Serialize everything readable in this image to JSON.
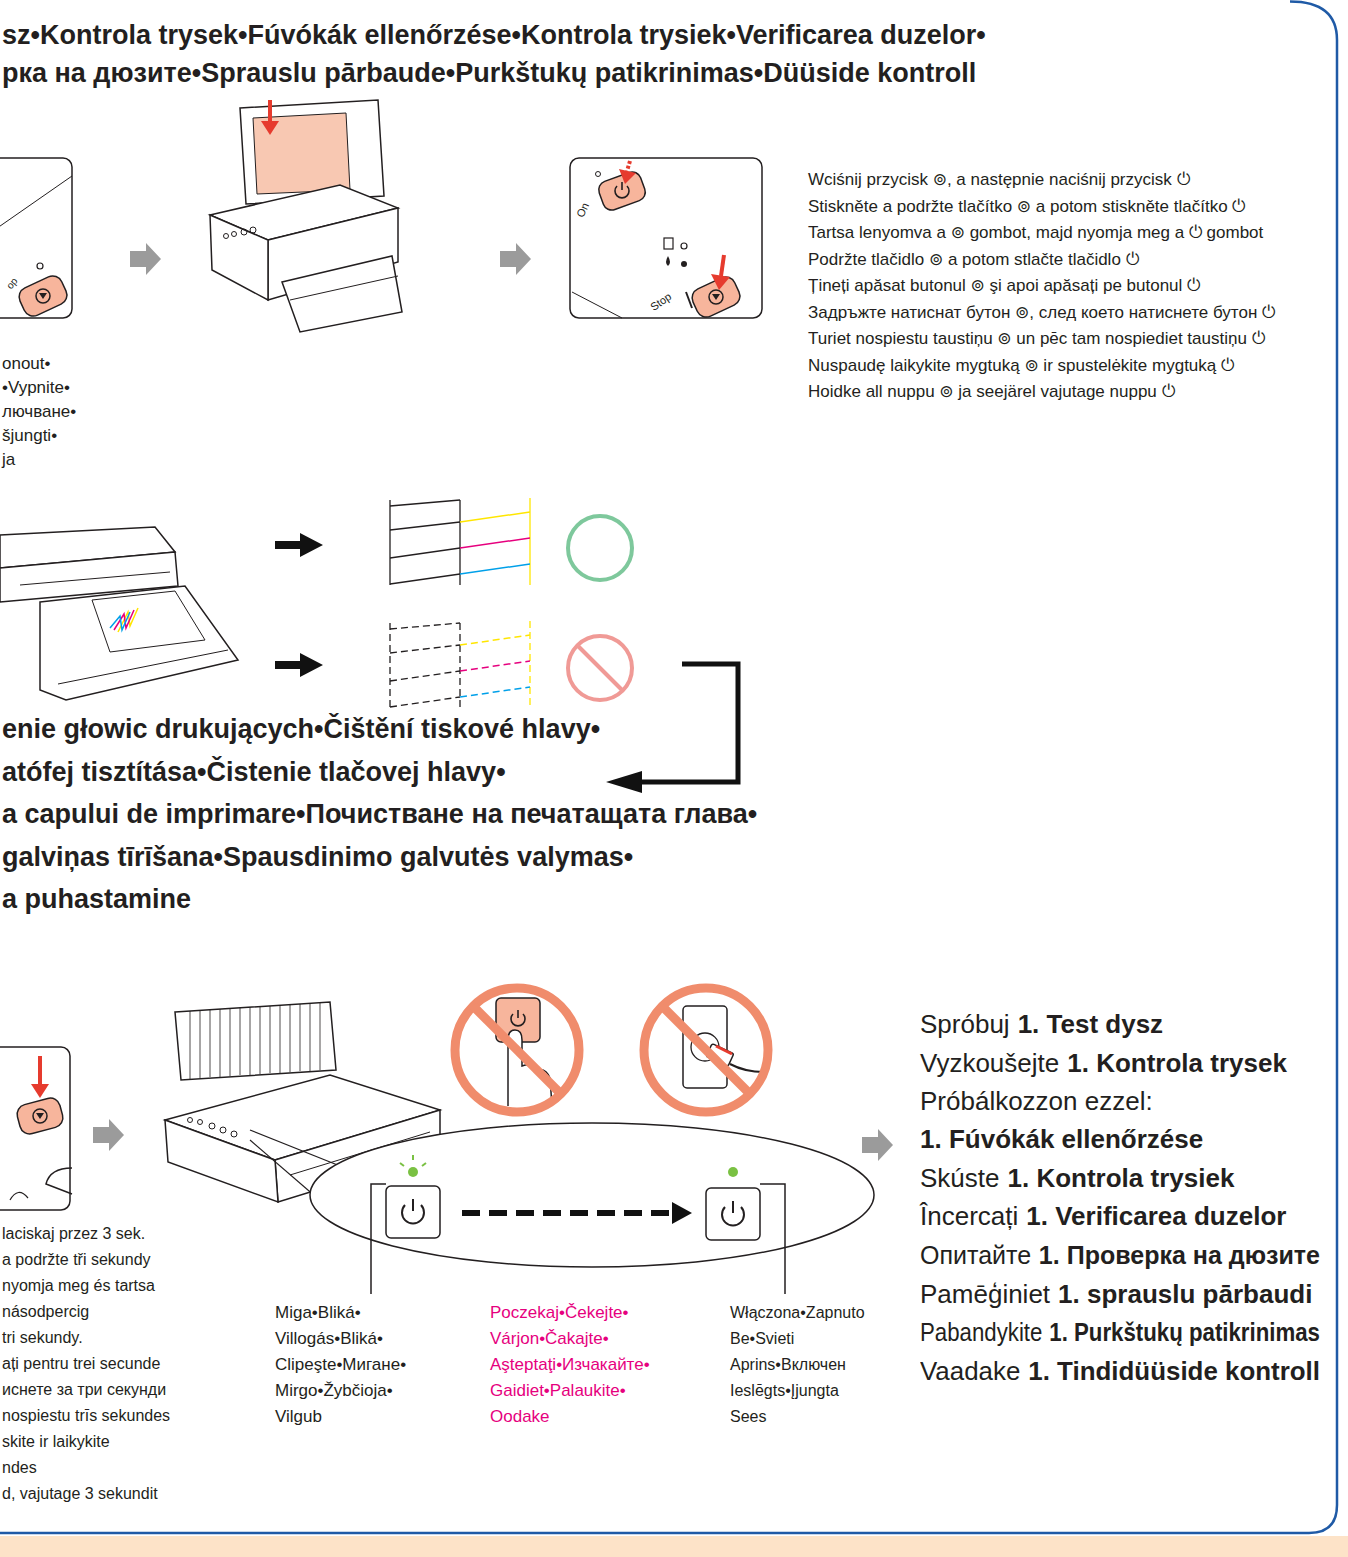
{
  "diagram": {
    "labels": [
      "sz•Kontrola trysek•Fúvókák ellenőrzése•Kontrola trysiek•Verificarea duzelor•",
      "рка на дюзите•Sprauslu pārbaude•Purkštukų patikrinimas•Düüside kontroll",
      "op",
      "On",
      "Stop",
      "Wciśnij przycisk ⊚, a następnie naciśnij przycisk ⏻",
      "Stiskněte a podržte tlačítko ⊚ a potom stiskněte tlačítko ⏻",
      "Tartsa lenyomva a ⊚ gombot, majd nyomja meg a ⏻ gombot",
      "Podržte tlačidlo ⊚ a potom stlačte tlačidlo ⏻",
      "Țineți apăsat butonul ⊚ şi apoi apăsați pe butonul ⏻",
      "Задръжте натиснат бутон ⊚, след което натиснете бутон ⏻",
      "Turiet nospiestu taustiņu ⊚ un pēc tam nospiediet taustiņu ⏻",
      "Nuspaudę laikykite mygtuką ⊚ ir spustelėkite mygtuką ⏻",
      "Hoidke all nuppu ⊚ ja seejärel vajutage nuppu ⏻",
      "onout•",
      "•Vypnite•",
      "лючване•",
      "šjungti•",
      "ja",
      "enie głowic drukujących•Čištění tiskové hlavy•",
      "atófej tisztítása•Čistenie tlačovej hlavy•",
      "a capului de imprimare•Почистване на печатащата глава•",
      "galviņas tīrīšana•Spausdinimo galvutės valymas•",
      "a puhastamine",
      "laciskaj przez 3 sek.",
      "a podržte tři sekundy",
      "nyomja meg és tartsa",
      "násodpercig",
      "tri sekundy.",
      "ați pentru trei secunde",
      "иснете за три секунди",
      "nospiestu trīs sekundes",
      "skite ir laikykite",
      "ndes",
      "d, vajutage 3 sekundit",
      "Miga•Bliká• Villogás•Bliká• Clipeşte•Мигане• Mirgo•Žybčioja• Vilgub",
      "Poczekaj•Čekejte• Várjon•Čakajte• Aşteptaţi•Изчакайте• Gaidiet•Palaukite• Oodake",
      "Włączona•Zapnuto Be•Svieti Aprins•Включен Ieslēgts•Įjungta Sees",
      "Spróbuj",
      "1. Test dysz",
      "Vyzkoušejte",
      "1. Kontrola trysek",
      "Próbálkozzon ezzel:",
      "1. Fúvókák ellenőrzése",
      "Skúste",
      "1. Kontrola trysiek",
      "Încercați",
      "1. Verificarea duzelor",
      "Опитайте",
      "1. Проверка на дюзите",
      "Pamēģiniet",
      "1. sprauslu pārbaudi",
      "Pabandykite",
      "1. Purkštukų patikrinimas",
      "Vaadake",
      "1. Tindidüüside kontroll"
    ]
  }
}
